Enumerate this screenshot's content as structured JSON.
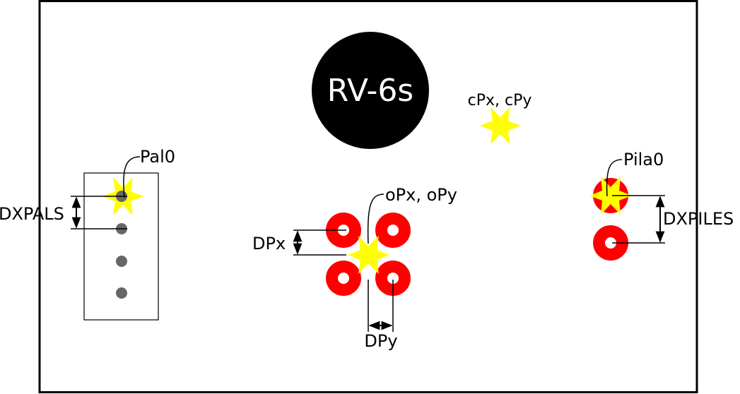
{
  "title": "RV-6s",
  "labels": {
    "camera_point": "cPx, cPy",
    "pallet_origin": "Pal0",
    "pallet_spacing": "DXPALS",
    "pile_origin": "Pila0",
    "pile_spacing": "DXPILES",
    "object_point": "oPx, oPy",
    "object_dx": "DPx",
    "object_dy": "DPy"
  },
  "colors": {
    "robot": "#000000",
    "marker": "#ffff00",
    "pad": "#ff0000",
    "pallet_dot": "#666666",
    "line": "#000000"
  },
  "pallet": {
    "slot_count": 4
  },
  "object_grid": {
    "rows": 2,
    "cols": 2
  },
  "piles": {
    "count": 2
  }
}
